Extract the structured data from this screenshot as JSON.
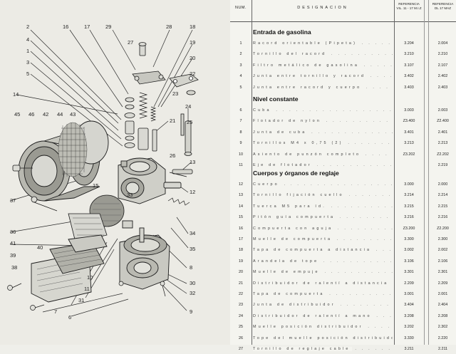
{
  "table": {
    "header": {
      "num": "NUM.",
      "designacion": "DESIGNACION",
      "ref1": "REFERENCIA\nVIL. 11 - 17 M.I.Z",
      "ref2": "REFERENCIA\nDL 17 MAZ"
    },
    "sections": [
      {
        "title": "Entrada de gasolina",
        "rows": [
          {
            "num": "1",
            "desc": "Racord orientable (Pipeta)",
            "ref1": "3.204",
            "ref2": "2.004"
          },
          {
            "num": "2",
            "desc": "Tornillo del racord",
            "ref1": "3.210",
            "ref2": "2.210"
          },
          {
            "num": "3",
            "desc": "Filtro metálico de gasolina",
            "ref1": "3.107",
            "ref2": "2.107"
          },
          {
            "num": "4",
            "desc": "Junta entre tornillo y racord",
            "ref1": "3.402",
            "ref2": "2.402"
          },
          {
            "num": "5",
            "desc": "Junta entre racord y cuerpo",
            "ref1": "3.403",
            "ref2": "2.403"
          }
        ]
      },
      {
        "title": "Nivel constante",
        "rows": [
          {
            "num": "6",
            "desc": "Cuba",
            "ref1": "3.003",
            "ref2": "2.003"
          },
          {
            "num": "7",
            "desc": "Flotador de nylon",
            "ref1": "Z3.400",
            "ref2": "Z2.400"
          },
          {
            "num": "8",
            "desc": "Junta de cuba",
            "ref1": "3.401",
            "ref2": "2.401"
          },
          {
            "num": "9",
            "desc": "Tornillos M4 x 0,75 (2)",
            "ref1": "3.213",
            "ref2": "2.213"
          },
          {
            "num": "10",
            "desc": "Asiento de punzón completo",
            "ref1": "Z3.202",
            "ref2": "Z2.202"
          },
          {
            "num": "11",
            "desc": "Eje de flotador",
            "ref1": "",
            "ref2": "2.219"
          }
        ]
      },
      {
        "title": "Cuerpos y órganos de reglaje",
        "rows": [
          {
            "num": "12",
            "desc": "Cuerpo",
            "ref1": "3.000",
            "ref2": "2.000"
          },
          {
            "num": "13",
            "desc": "Tornillo fijación cuello",
            "ref1": "3.214",
            "ref2": "2.214"
          },
          {
            "num": "14",
            "desc": "Tuerca M5 para íd.",
            "ref1": "3.215",
            "ref2": "2.215"
          },
          {
            "num": "15",
            "desc": "Pitón guía compuerta",
            "ref1": "3.216",
            "ref2": "2.216"
          },
          {
            "num": "16",
            "desc": "Compuerta con aguja",
            "ref1": "Z3.200",
            "ref2": "Z2.200"
          },
          {
            "num": "17",
            "desc": "Muelle de compuerta",
            "ref1": "3.300",
            "ref2": "2.300"
          },
          {
            "num": "18",
            "desc": "Tapa de compuerta a distancia",
            "ref1": "3.002",
            "ref2": "2.002"
          },
          {
            "num": "19",
            "desc": "Arandela de tope",
            "ref1": "3.106",
            "ref2": "2.106"
          },
          {
            "num": "20",
            "desc": "Muelle de empuje",
            "ref1": "3.301",
            "ref2": "2.301"
          },
          {
            "num": "21",
            "desc": "Distribuidor de ralentí a distancia",
            "ref1": "2.209",
            "ref2": "2.209"
          },
          {
            "num": "22",
            "desc": "Tapa de compuerta",
            "ref1": "3.001",
            "ref2": "2.001"
          },
          {
            "num": "23",
            "desc": "Junta de distribuidor",
            "ref1": "3.404",
            "ar": "",
            "ref2": "2.404"
          },
          {
            "num": "24",
            "desc": "Distribuidor de ralentí a mano",
            "ref1": "3.208",
            "ref2": "2.208"
          },
          {
            "num": "25",
            "desc": "Muelle posición distribuidor",
            "ref1": "3.202",
            "ref2": "2.302"
          },
          {
            "num": "26",
            "desc": "Tope del muelle posición distribuidor ralentí",
            "ref1": "3.330",
            "ref2": "2.220"
          },
          {
            "num": "27",
            "desc": "Tornillo de reglaje cable",
            "ref1": "3.211",
            "ref2": "2.211"
          }
        ]
      }
    ]
  },
  "diagram": {
    "callouts": [
      "2",
      "16",
      "17",
      "29",
      "28",
      "18",
      "4",
      "1",
      "3",
      "5",
      "27",
      "19",
      "20",
      "22",
      "23",
      "14",
      "24",
      "45",
      "46",
      "42",
      "44",
      "43",
      "25",
      "21",
      "26",
      "13",
      "15",
      "33",
      "12",
      "37",
      "36",
      "41",
      "40",
      "34",
      "35",
      "39",
      "38",
      "8",
      "10",
      "30",
      "11",
      "31",
      "32",
      "7",
      "6",
      "9"
    ]
  }
}
